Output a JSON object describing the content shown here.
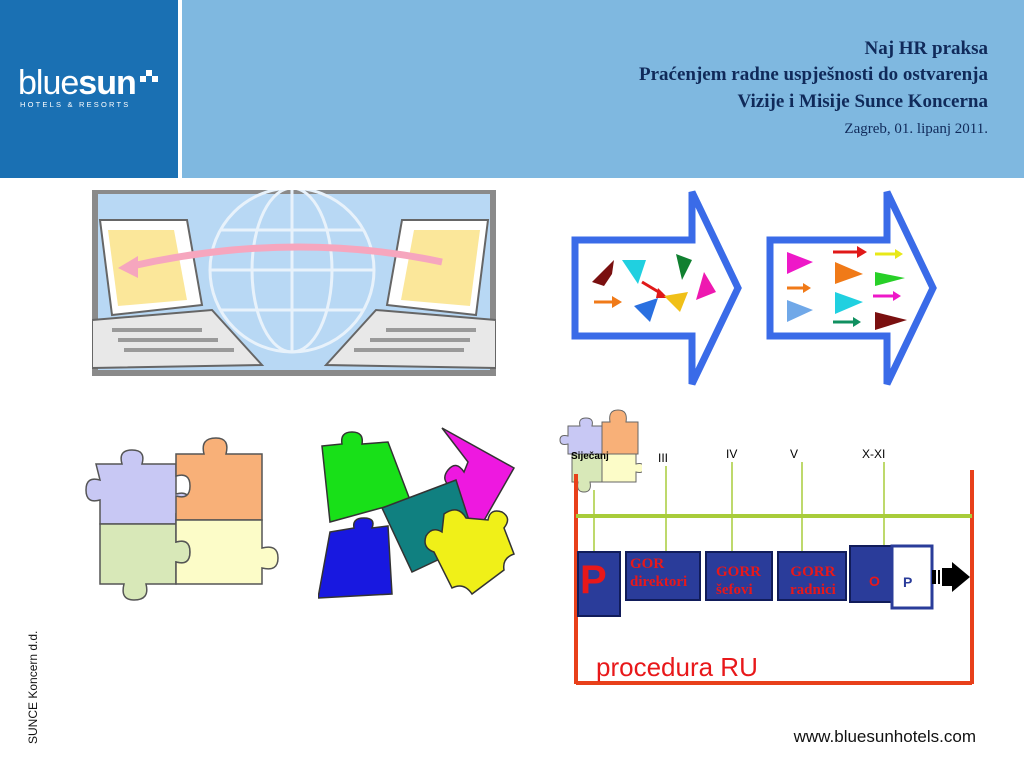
{
  "header": {
    "logo_main": "blue",
    "logo_bold": "sun",
    "logo_sub": "HOTELS & RESORTS",
    "line1": "Naj HR praksa",
    "line2": "Praćenjem radne uspješnosti do ostvarenja",
    "line3": "Vizije i Misije Sunce Koncerna",
    "line4": "Zagreb, 01. lipanj 2011."
  },
  "side_text": "SUNCE Koncern d.d.",
  "footer_url": "www.bluesunhotels.com",
  "timeline": {
    "start_label": "Siječanj",
    "marks": [
      "III",
      "IV",
      "V",
      "X-XI"
    ],
    "p_big": "P",
    "box1": [
      "GOR",
      "direktori"
    ],
    "box2": [
      "GORR",
      "šefovi"
    ],
    "box3": [
      "GORR",
      "radnici"
    ],
    "o_label": "O",
    "p_small": "P",
    "procedure": "procedura RU"
  },
  "colors": {
    "header_dark": "#1a70b3",
    "header_light": "#7fb8e0",
    "timeline_frame": "#e8401a",
    "green_line": "#a8cc3a",
    "box_fill": "#2a3c9a",
    "arrow_blue": "#3a6be8"
  }
}
